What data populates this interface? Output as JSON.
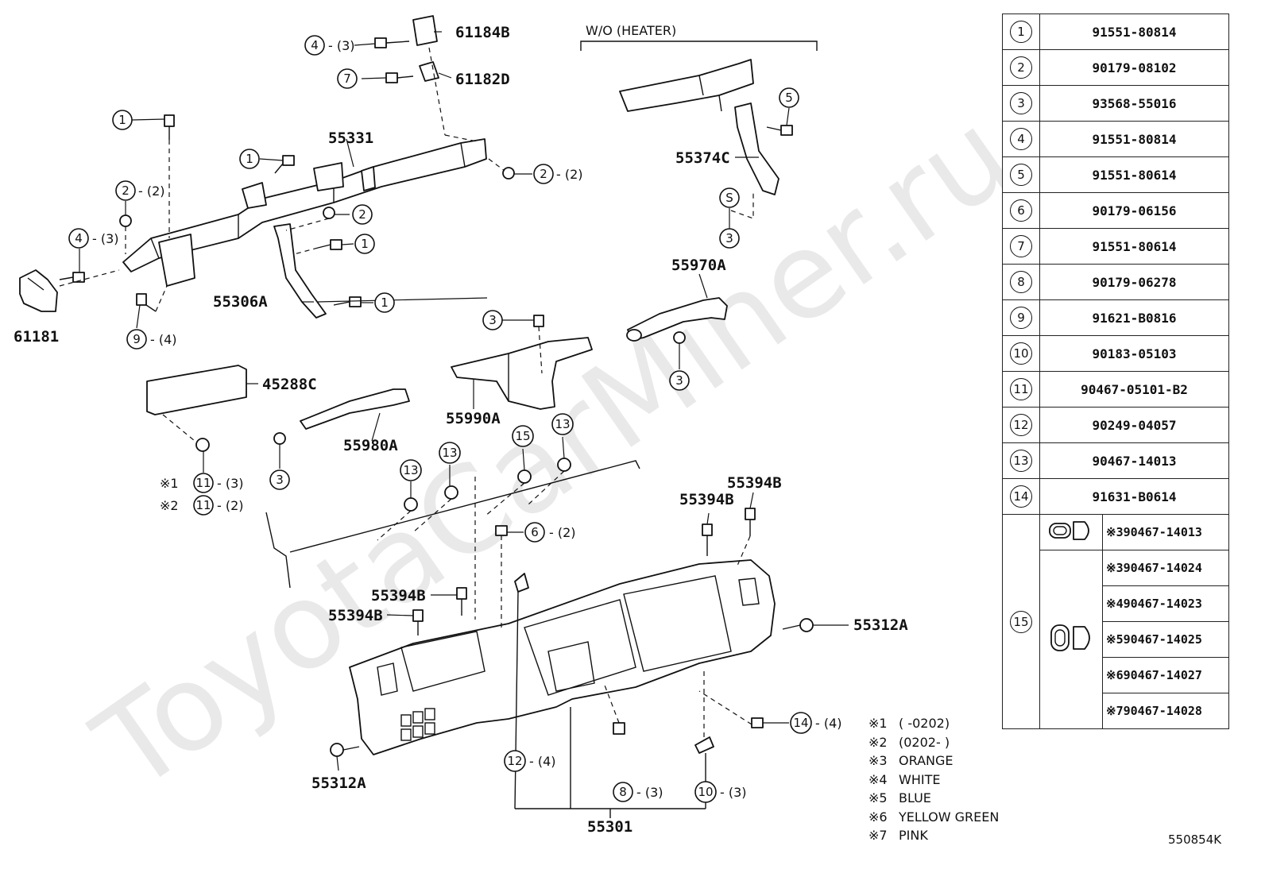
{
  "watermark": "ToyotaCarMiner.ru",
  "section_label": "W/O (HEATER)",
  "diagram_code": "550854K",
  "part_labels": {
    "p61184B": "61184B",
    "p61182D": "61182D",
    "p55331": "55331",
    "p61181": "61181",
    "p55306A": "55306A",
    "p55374C": "55374C",
    "p55970A": "55970A",
    "p45288C": "45288C",
    "p55990A": "55990A",
    "p55980A": "55980A",
    "p55394B_a": "55394B",
    "p55394B_b": "55394B",
    "p55394B_c": "55394B",
    "p55394B_d": "55394B",
    "p55312A_right": "55312A",
    "p55312A_left": "55312A",
    "p55301": "55301"
  },
  "callouts": {
    "c4_top": {
      "num": "4",
      "qty": "- (3)"
    },
    "c7_top": {
      "num": "7",
      "qty": ""
    },
    "c1_a": {
      "num": "1",
      "qty": ""
    },
    "c1_b": {
      "num": "1",
      "qty": ""
    },
    "c2_a": {
      "num": "2",
      "qty": "- (2)"
    },
    "c2_b": {
      "num": "2",
      "qty": "- (2)"
    },
    "c2_c": {
      "num": "2",
      "qty": ""
    },
    "c1_c": {
      "num": "1",
      "qty": ""
    },
    "c4_b": {
      "num": "4",
      "qty": "- (3)"
    },
    "c1_d": {
      "num": "1",
      "qty": ""
    },
    "c9": {
      "num": "9",
      "qty": "- (4)"
    },
    "c5": {
      "num": "5",
      "qty": ""
    },
    "cS": {
      "num": "S",
      "qty": ""
    },
    "c3_a": {
      "num": "3",
      "qty": ""
    },
    "c3_b": {
      "num": "3",
      "qty": ""
    },
    "c3_c": {
      "num": "3",
      "qty": ""
    },
    "c3_d": {
      "num": "3",
      "qty": ""
    },
    "c11_a": {
      "num": "11",
      "qty": "- (3)",
      "note": "※1"
    },
    "c11_b": {
      "num": "11",
      "qty": "- (2)",
      "note": "※2"
    },
    "c13_a": {
      "num": "13",
      "qty": ""
    },
    "c13_b": {
      "num": "13",
      "qty": ""
    },
    "c13_c": {
      "num": "13",
      "qty": ""
    },
    "c15": {
      "num": "15",
      "qty": ""
    },
    "c6": {
      "num": "6",
      "qty": "- (2)"
    },
    "c14": {
      "num": "14",
      "qty": "- (4)"
    },
    "c12": {
      "num": "12",
      "qty": "- (4)"
    },
    "c8": {
      "num": "8",
      "qty": "- (3)"
    },
    "c10": {
      "num": "10",
      "qty": "- (3)"
    }
  },
  "parts_table": [
    {
      "num": "1",
      "part": "91551-80814"
    },
    {
      "num": "2",
      "part": "90179-08102"
    },
    {
      "num": "3",
      "part": "93568-55016"
    },
    {
      "num": "4",
      "part": "91551-80814"
    },
    {
      "num": "5",
      "part": "91551-80614"
    },
    {
      "num": "6",
      "part": "90179-06156"
    },
    {
      "num": "7",
      "part": "91551-80614"
    },
    {
      "num": "8",
      "part": "90179-06278"
    },
    {
      "num": "9",
      "part": "91621-B0816"
    },
    {
      "num": "10",
      "part": "90183-05103"
    },
    {
      "num": "11",
      "part": "90467-05101-B2"
    },
    {
      "num": "12",
      "part": "90249-04057"
    },
    {
      "num": "13",
      "part": "90467-14013"
    },
    {
      "num": "14",
      "part": "91631-B0614"
    }
  ],
  "table_15": {
    "num": "15",
    "variants": [
      {
        "mark": "※3",
        "part": "90467-14013"
      },
      {
        "mark": "※3",
        "part": "90467-14024"
      },
      {
        "mark": "※4",
        "part": "90467-14023"
      },
      {
        "mark": "※5",
        "part": "90467-14025"
      },
      {
        "mark": "※6",
        "part": "90467-14027"
      },
      {
        "mark": "※7",
        "part": "90467-14028"
      }
    ]
  },
  "notes": [
    {
      "mark": "※1",
      "text": "(        -0202)"
    },
    {
      "mark": "※2",
      "text": "(0202-        )"
    },
    {
      "mark": "※3",
      "text": "ORANGE"
    },
    {
      "mark": "※4",
      "text": "WHITE"
    },
    {
      "mark": "※5",
      "text": "BLUE"
    },
    {
      "mark": "※6",
      "text": "YELLOW GREEN"
    },
    {
      "mark": "※7",
      "text": "PINK"
    }
  ]
}
